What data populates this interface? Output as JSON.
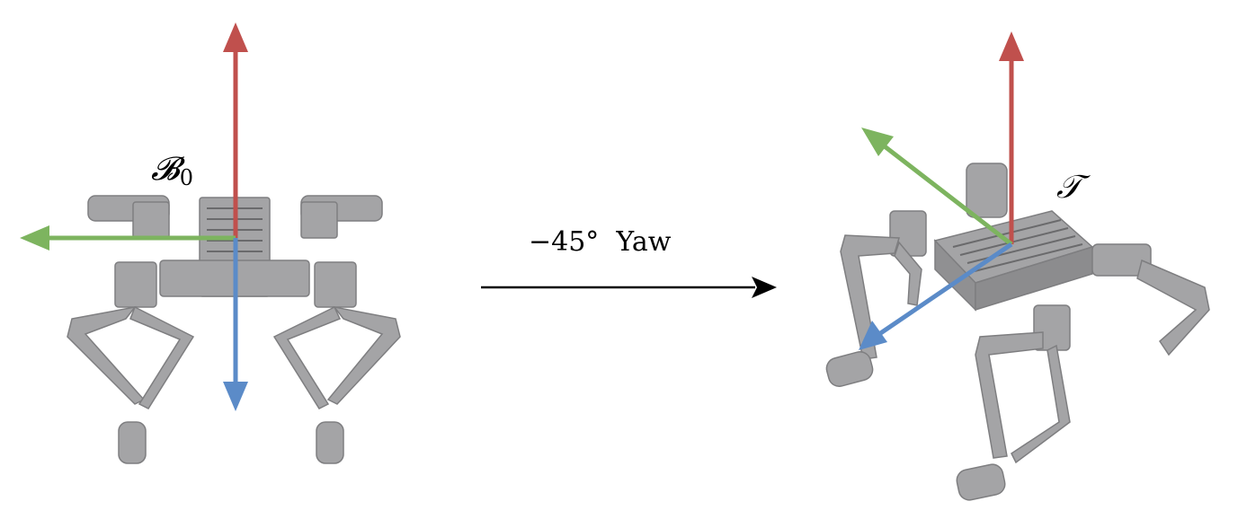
{
  "labels": {
    "base_frame": "𝓑",
    "base_frame_sub": "0",
    "target_frame": "𝒯",
    "transform": "−45°  Yaw"
  },
  "colors": {
    "z_axis": "#c0504d",
    "y_axis": "#7db45f",
    "x_axis": "#5b8bc8",
    "robot": "#a4a4a6",
    "arrow": "#000000"
  }
}
